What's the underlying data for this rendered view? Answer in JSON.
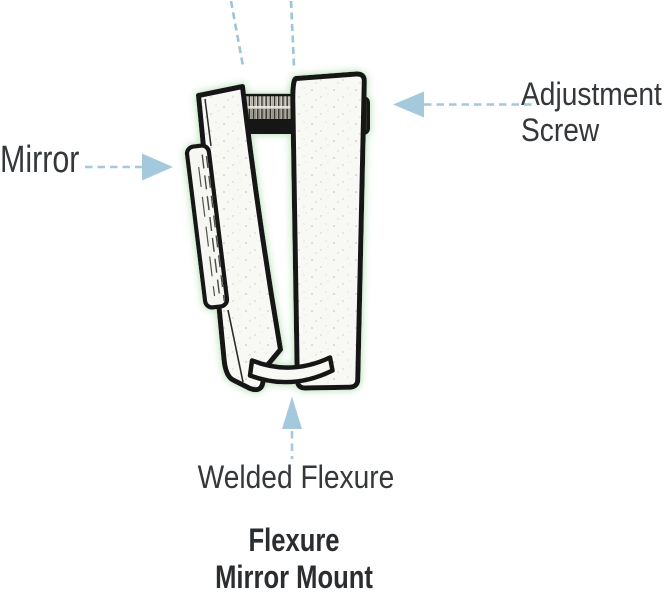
{
  "diagram": {
    "title": {
      "line1": "Flexure",
      "line2": "Mirror Mount"
    },
    "labels": {
      "mirror": "Mirror",
      "adjustment_screw": {
        "line1": "Adjustment",
        "line2": "Screw"
      },
      "welded_flexure": "Welded Flexure"
    },
    "colors": {
      "arrow_blue": "#a4c9dc",
      "outline_black": "#151515",
      "halo_green": "#bfe0bd",
      "label_text": "#34383b",
      "title_text": "#2b2e31"
    },
    "parts": [
      "mirror",
      "left-plate",
      "right-plate",
      "threaded-adjustment-screw",
      "adjustment-screw-knob",
      "welded-flexure-band"
    ]
  }
}
